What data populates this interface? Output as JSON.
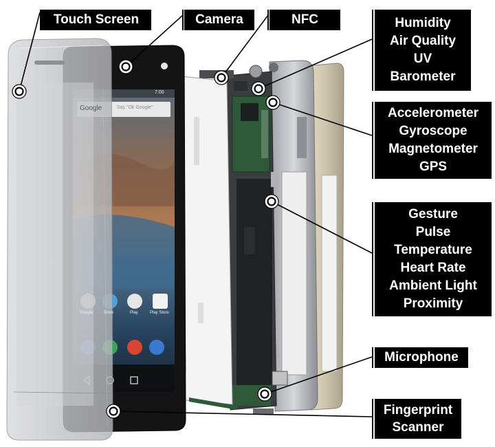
{
  "labels": {
    "touch_screen": [
      "Touch Screen"
    ],
    "camera": [
      "Camera"
    ],
    "nfc": [
      "NFC"
    ],
    "environment": [
      "Humidity",
      "Air Quality",
      "UV",
      "Barometer"
    ],
    "motion": [
      "Accelerometer",
      "Gyroscope",
      "Magnetometer",
      "GPS"
    ],
    "biometric": [
      "Gesture",
      "Pulse",
      "Temperature",
      "Heart Rate",
      "Ambient Light",
      "Proximity"
    ],
    "microphone": [
      "Microphone"
    ],
    "fingerprint": [
      "Fingerprint",
      "Scanner"
    ]
  },
  "screen": {
    "search_brand": "Google",
    "search_hint": "Say \"Ok Google\"",
    "status_time": "7:00",
    "apps": [
      "Google",
      "Drive",
      "Play",
      "Play Store"
    ]
  },
  "colors": {
    "label_bg": "#000000",
    "label_text": "#ffffff",
    "pcb_green": "#2f5a3a",
    "frame_silver": "#c9c9cc",
    "rear_gold": "#c8bfa6"
  }
}
